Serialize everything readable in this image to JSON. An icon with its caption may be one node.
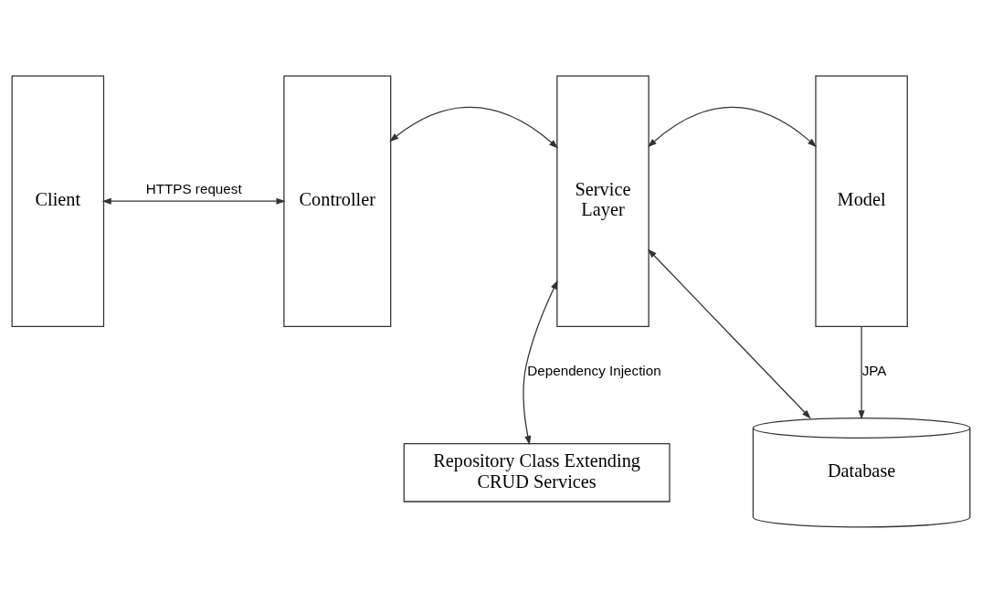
{
  "diagram": {
    "nodes": [
      {
        "text": [
          "Repository Class Extending CRUD Services"
        ]
      },
      {
        "text": [
          "Client"
        ]
      },
      {
        "text": [
          "Controller"
        ]
      },
      {
        "text": [
          "Service Layer"
        ]
      },
      {
        "text": [
          "Model"
        ]
      },
      {
        "text": [
          "Database"
        ]
      }
    ],
    "edges": [
      {
        "from": 3,
        "to": 0,
        "arrow": "both",
        "label": "Dependency Injection"
      },
      {
        "from": 1,
        "to": 2,
        "arrow": "both",
        "label": "HTTPS request"
      },
      {
        "from": 2,
        "to": 3,
        "arrow": "both"
      },
      {
        "from": 3,
        "to": 4,
        "arrow": "both"
      },
      {
        "from": 3,
        "to": 5,
        "arrow": "both"
      },
      {
        "from": 4,
        "to": 5,
        "arrow": "to",
        "label": "JPA"
      }
    ]
  }
}
